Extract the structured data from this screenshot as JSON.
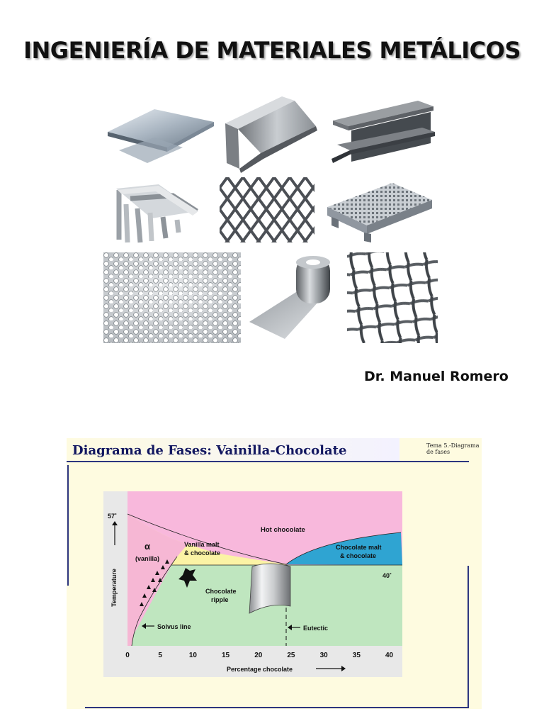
{
  "page1": {
    "title": "INGENIERÍA DE MATERIALES METÁLICOS",
    "author": "Dr. Manuel Romero",
    "gallery": [
      {
        "name": "steel-sheet-image"
      },
      {
        "name": "angle-profile-image"
      },
      {
        "name": "i-beam-image"
      },
      {
        "name": "c-channel-image"
      },
      {
        "name": "expanded-metal-image"
      },
      {
        "name": "grating-image"
      },
      {
        "name": "perforated-sheet-image"
      },
      {
        "name": "metal-coil-image"
      },
      {
        "name": "wire-mesh-image"
      }
    ]
  },
  "page2": {
    "slide_title": "Diagrama de Fases:  Vainilla-Chocolate",
    "topic_line1": "Tema 5.-Diagrama",
    "topic_line2": "de fases",
    "colors": {
      "alpha_region": "#f6b7d4",
      "vanilla_malt_region": "#fbf3a5",
      "hot_chocolate_region": "#f8b8dc",
      "chocolate_malt_region": "#2fa4d2",
      "ripple_region": "#bfe6bf",
      "panel_bg": "#fefbe0"
    }
  },
  "chart_data": {
    "type": "phase-diagram",
    "title": "",
    "xlabel": "Percentage chocolate",
    "ylabel": "Temperature",
    "xlim": [
      0,
      42
    ],
    "x_ticks": [
      "0",
      "5",
      "10",
      "15",
      "20",
      "25",
      "30",
      "35",
      "40"
    ],
    "y_tick_labels": [
      "57˚",
      "40˚"
    ],
    "eutectic_composition": 25,
    "regions": [
      {
        "label_line1": "α",
        "label_line2": "(vanilla)"
      },
      {
        "label_line1": "Vanilla malt",
        "label_line2": "& chocolate"
      },
      {
        "label_line1": "Hot chocolate"
      },
      {
        "label_line1": "Chocolate malt",
        "label_line2": "& chocolate"
      },
      {
        "label_line1": "Chocolate",
        "label_line2": "ripple"
      }
    ],
    "annotations": [
      "Solvus line",
      "Eutectic"
    ]
  }
}
